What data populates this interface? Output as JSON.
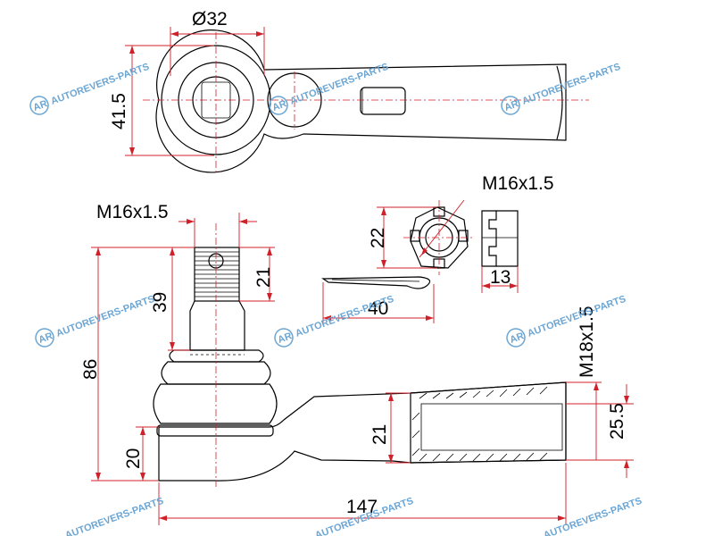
{
  "dimensions": {
    "head_diameter": "Ø32",
    "head_height": "41.5",
    "stud_thread": "M16x1.5",
    "nut_thread": "M16x1.5",
    "nut_width": "22",
    "nut_height": "13",
    "cotter_pin_length": "40",
    "stud_length": "39",
    "thread_length": "21",
    "total_height": "86",
    "socket_height": "20",
    "shank_thread": "M18x1.5",
    "shank_depth": "21",
    "shank_diameter": "25.5",
    "total_length": "147"
  },
  "watermark": {
    "text": "AUTOREVERS-PARTS",
    "logo_text": "AR",
    "color": "#6ba6d4"
  },
  "colors": {
    "dimension_lines": "#d0202a",
    "outline": "#000000"
  }
}
